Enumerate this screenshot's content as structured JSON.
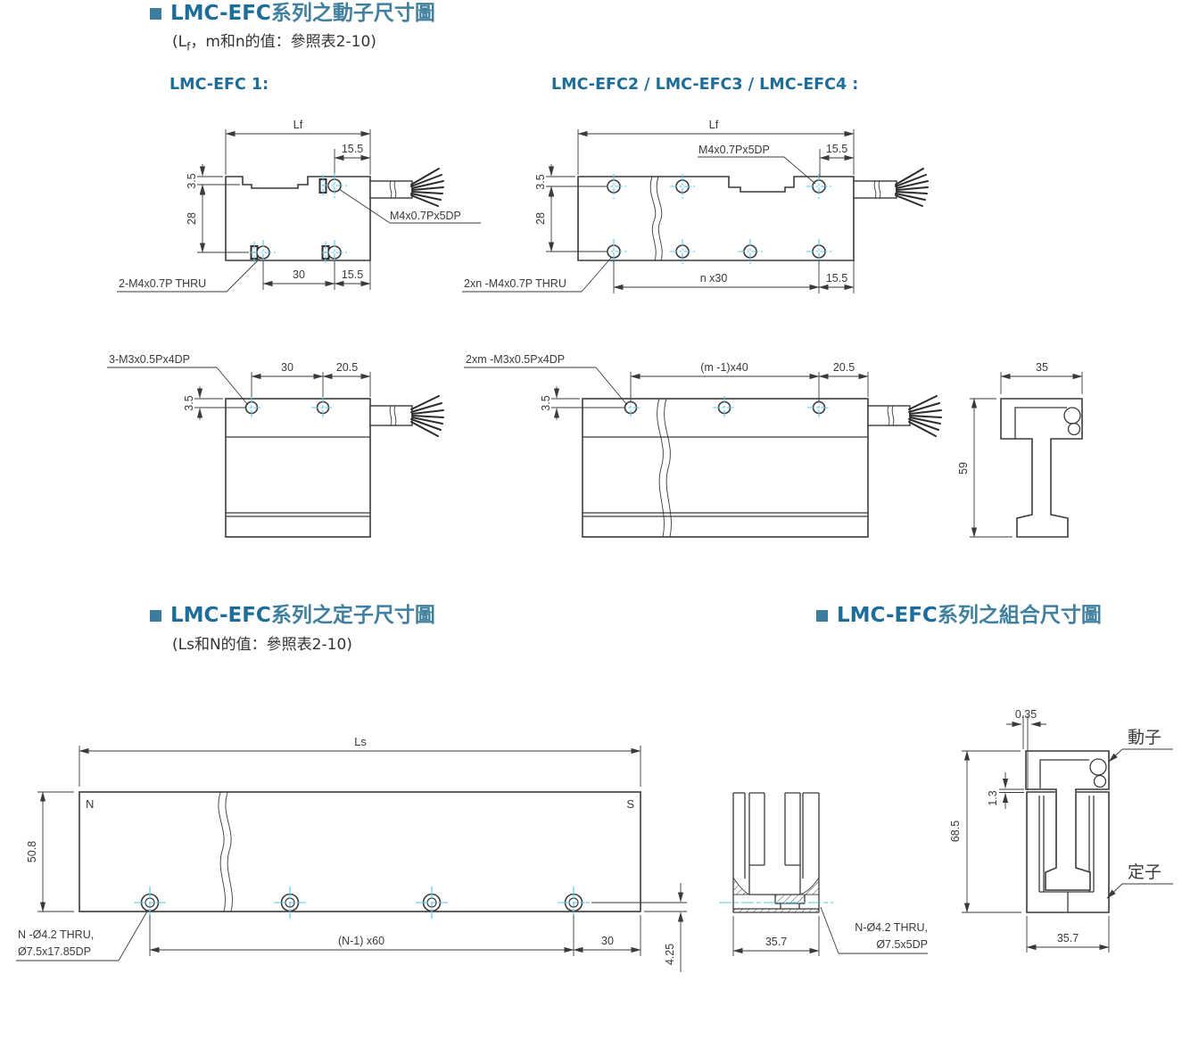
{
  "colors": {
    "accent": "#2c7ba0",
    "brand_text": "#1d6d9b",
    "heading_text": "#40809e",
    "line": "#3a3a3a",
    "centerline": "#54c6ec"
  },
  "headers": {
    "mover": {
      "brand": "LMC-EFC",
      "rest": "系列之動子尺寸圖",
      "sub_pre": "(L",
      "sub_sub": "f",
      "sub_post": "，m和n的值：參照表2-10)"
    },
    "stator": {
      "brand": "LMC-EFC",
      "rest": "系列之定子尺寸圖",
      "subtitle": "(Ls和N的值：參照表2-10)"
    },
    "assembly": {
      "brand": "LMC-EFC",
      "rest": "系列之組合尺寸圖"
    }
  },
  "variant_labels": {
    "efc1": "LMC-EFC 1:",
    "efc234": "LMC-EFC2 / LMC-EFC3 / LMC-EFC4 :"
  },
  "d1": {
    "lf": "Lf",
    "top_155": "15.5",
    "v35": "3.5",
    "v28": "28",
    "tap": "M4x0.7Px5DP",
    "thru": "2-M4x0.7P THRU",
    "b30": "30",
    "b155": "15.5"
  },
  "d2": {
    "lf": "Lf",
    "tap": "M4x0.7Px5DP",
    "top_155": "15.5",
    "v35": "3.5",
    "v28": "28",
    "thru": "2xn -M4x0.7P THRU",
    "nx30": "n x30",
    "b155": "15.5"
  },
  "d3": {
    "tap": "3-M3x0.5Px4DP",
    "t30": "30",
    "t205": "20.5",
    "v35": "3.5"
  },
  "d4": {
    "tap": "2xm -M3x0.5Px4DP",
    "mx40": "(m -1)x40",
    "t205": "20.5",
    "v35": "3.5"
  },
  "d5": {
    "w35": "35",
    "h59": "59"
  },
  "d6": {
    "ls": "Ls",
    "n": "N",
    "s": "S",
    "h508": "50.8",
    "hole1": "N -Ø4.2 THRU,",
    "hole2": "Ø7.5x17.85DP",
    "nx60": "(N-1) x60",
    "b30": "30",
    "v425": "4.25"
  },
  "d7": {
    "w357": "35.7",
    "hole1": "N-Ø4.2 THRU,",
    "hole2": "Ø7.5x5DP"
  },
  "d8": {
    "g035": "0.35",
    "g13": "1.3",
    "h685": "68.5",
    "w357": "35.7",
    "mover": "動子",
    "stator": "定子"
  }
}
